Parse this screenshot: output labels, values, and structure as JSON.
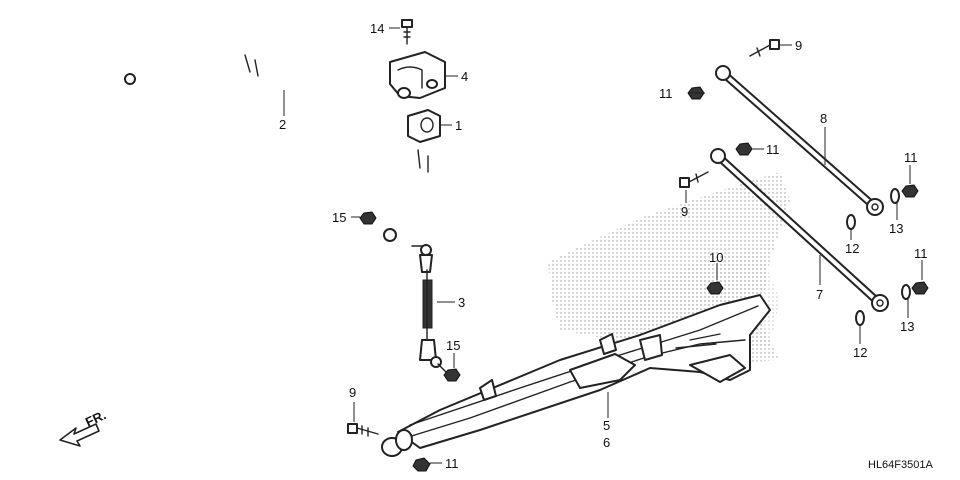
{
  "diagram_code": "HL64F3501A",
  "direction_label": "FR.",
  "callouts": {
    "c1": "1",
    "c2": "2",
    "c3": "3",
    "c4": "4",
    "c5": "5",
    "c6": "6",
    "c7": "7",
    "c8": "8",
    "c9a": "9",
    "c9b": "9",
    "c9c": "9",
    "c10": "10",
    "c11a": "11",
    "c11b": "11",
    "c11c": "11",
    "c11d": "11",
    "c11e": "11",
    "c12a": "12",
    "c12b": "12",
    "c13a": "13",
    "c13b": "13",
    "c14": "14",
    "c15a": "15",
    "c15b": "15"
  },
  "colors": {
    "line": "#222222",
    "stipple": "#999999",
    "background": "#ffffff"
  }
}
